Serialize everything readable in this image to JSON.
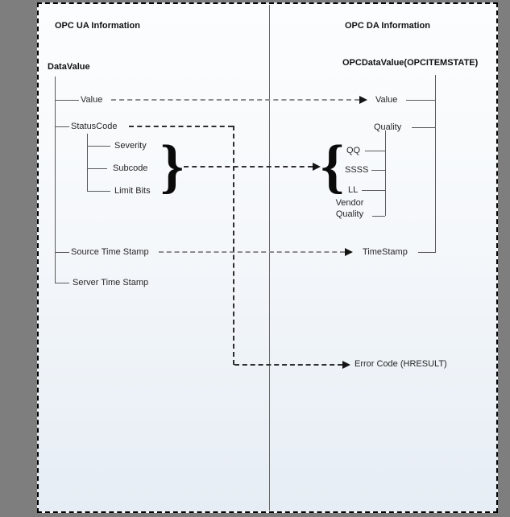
{
  "left": {
    "header": "OPC UA Information",
    "root": "DataValue",
    "value": "Value",
    "status_code": "StatusCode",
    "status_children": [
      "Severity",
      "Subcode",
      "Limit Bits"
    ],
    "source_time_stamp": "Source Time Stamp",
    "server_time_stamp": "Server Time Stamp"
  },
  "right": {
    "header": "OPC DA Information",
    "root": "OPCDataValue(OPCITEMSTATE)",
    "value": "Value",
    "quality": "Quality",
    "quality_children": [
      "QQ",
      "SSSS",
      "LL"
    ],
    "vendor_quality": [
      "Vendor",
      "Quality"
    ],
    "time_stamp": "TimeStamp"
  },
  "floating": {
    "error_code": "Error Code (HRESULT)"
  },
  "glyphs": {
    "open_brace": "{",
    "close_brace": "}"
  },
  "colors": {
    "surround": "#7e7e7e",
    "canvas_top": "#fcfdfe",
    "canvas_bottom": "#e6edf4",
    "tree_line": "#5a5a5a",
    "dash_gray": "#8c8c8c",
    "dash_dark": "#2e2e2e"
  }
}
